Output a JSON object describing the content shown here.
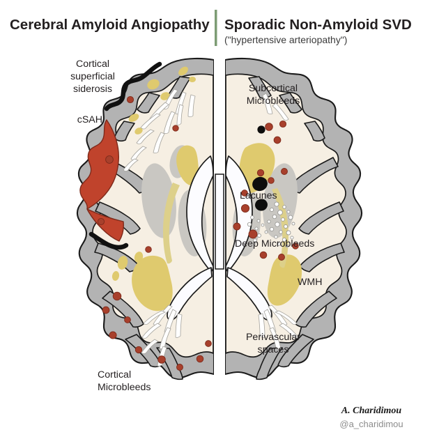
{
  "header": {
    "left_title": "Cerebral Amyloid Angiopathy",
    "right_title": "Sporadic Non-Amyloid SVD",
    "right_subtitle": "(\"hypertensive arteriopathy\")",
    "divider_color": "#7d9c74"
  },
  "annotations": {
    "cortical_superficial_siderosis": {
      "line1": "Cortical",
      "line2": "superficial",
      "line3": "siderosis"
    },
    "csah": "cSAH",
    "subcortical_microbleeds": {
      "line1": "Subcortical",
      "line2": "Microbleeds"
    },
    "lacunes": "Lacunes",
    "deep_microbleeds": "Deep Microbleeds",
    "wmh": "WMH",
    "perivascular_spaces": {
      "line1": "Perivascular",
      "line2": "spaces"
    },
    "cortical_microbleeds": {
      "line1": "Cortical",
      "line2": "Microbleeds"
    }
  },
  "signature": {
    "name": "A. Charidimou",
    "handle": "@a_charidimou"
  },
  "palette": {
    "background": "#ffffff",
    "gray_matter": "#b3b3b3",
    "white_matter": "#f6efe3",
    "deep_gray_nuclei": "#c9c7c2",
    "wmh_yellow": "#dfca6e",
    "ventricle": "#fdfdff",
    "microbleed_red": "#a8402c",
    "siderosis_black": "#111111",
    "csah_red": "#c0432c",
    "outline": "#1a1a1a",
    "perivascular_outline": "#9a9a96"
  }
}
